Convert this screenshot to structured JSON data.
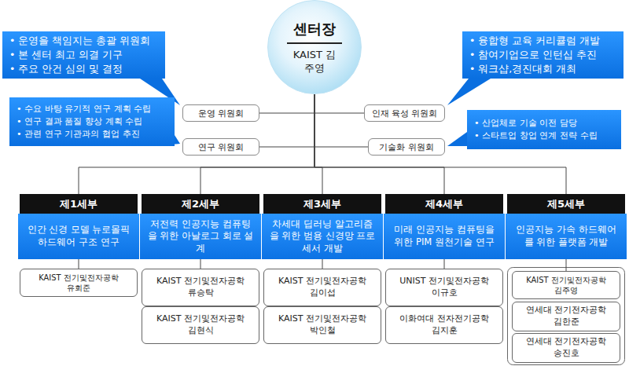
{
  "diagram": {
    "nodes": [
      {
        "text": [
          "센터장",
          "KAIST 김주영"
        ]
      },
      {
        "text": [
          "• 운영을 책임지는 총괄 위원회",
          "• 본 센터 최고 의결 기구",
          "• 주요 안건 심의 및 결정"
        ]
      },
      {
        "text": [
          "• 융합형 교육 커리큘럼 개발",
          "• 참여기업으로 인턴십 추진",
          "• 워크샵,경진대회 개최"
        ]
      },
      {
        "text": [
          "• 수요 바탕 유기적 연구 계획 수립",
          "• 연구 결과 품질 향상 계획 수립",
          "• 관련 연구 기관과의 협업 추진"
        ]
      },
      {
        "text": [
          "운영 위원회"
        ]
      },
      {
        "text": [
          "인재 육성 위원회"
        ]
      },
      {
        "text": [
          "• 산업체로 기술 이전 담당",
          "• 스타트업 창업 연계 전략 수립"
        ]
      },
      {
        "text": [
          "연구 위원회"
        ]
      },
      {
        "text": [
          "기술화 위원회"
        ]
      },
      {
        "text": [
          "제1세부"
        ]
      },
      {
        "text": [
          "인간 신경 모델 뉴로몰픽 하드웨어 구조 연구"
        ]
      },
      {
        "text": [
          "KAIST 전기및전자공학",
          "유회준"
        ]
      },
      {
        "text": [
          "제2세부"
        ]
      },
      {
        "text": [
          "저전력 인공지능 컴퓨팅을 위한 아날로그 회로 설계"
        ]
      },
      {
        "text": [
          "KAIST 전기및전자공학",
          "류승탁"
        ]
      },
      {
        "text": [
          "KAIST 전기및전자공학",
          "김현식"
        ]
      },
      {
        "text": [
          "제3세부"
        ]
      },
      {
        "text": [
          "차세대 딥러닝 알고리즘 을 위한 범용 신경망 프로세서 개발"
        ]
      },
      {
        "text": [
          "KAIST 전기및전자공학",
          "김이섭"
        ]
      },
      {
        "text": [
          "KAIST 전기및전자공학",
          "박인철"
        ]
      },
      {
        "text": [
          "제4세부"
        ]
      },
      {
        "text": [
          "미래 인공지능 컴퓨팅을 위한 PIM 원천기술 연구"
        ]
      },
      {
        "text": [
          "UNIST 전기및전자공학",
          "이규호"
        ]
      },
      {
        "text": [
          "이화여대 전자전기공학",
          "김지훈"
        ]
      },
      {
        "text": [
          "제5세부"
        ]
      },
      {
        "text": [
          "인공지능 가속 하드웨어를 위한 플랫폼 개발"
        ]
      },
      {
        "text": [
          "KAIST 전기및전자공학",
          "김주영"
        ]
      },
      {
        "text": [
          "연세대 전기전자공학",
          "김한준"
        ]
      },
      {
        "text": [
          "연세대 전기전자공학",
          "송진호"
        ]
      }
    ],
    "edges": [
      {
        "from": 0,
        "to": 4,
        "arrow": "none"
      },
      {
        "from": 0,
        "to": 5,
        "arrow": "none"
      },
      {
        "from": 0,
        "to": 7,
        "arrow": "none"
      },
      {
        "from": 0,
        "to": 8,
        "arrow": "none"
      },
      {
        "from": 0,
        "to": 9,
        "arrow": "none"
      },
      {
        "from": 0,
        "to": 12,
        "arrow": "none"
      },
      {
        "from": 0,
        "to": 16,
        "arrow": "none"
      },
      {
        "from": 0,
        "to": 20,
        "arrow": "none"
      },
      {
        "from": 0,
        "to": 24,
        "arrow": "none"
      },
      {
        "from": 10,
        "to": 11,
        "arrow": "none"
      },
      {
        "from": 13,
        "to": 14,
        "arrow": "none"
      },
      {
        "from": 17,
        "to": 18,
        "arrow": "none"
      },
      {
        "from": 21,
        "to": 22,
        "arrow": "none"
      },
      {
        "from": 25,
        "to": 26,
        "arrow": "none"
      }
    ]
  }
}
